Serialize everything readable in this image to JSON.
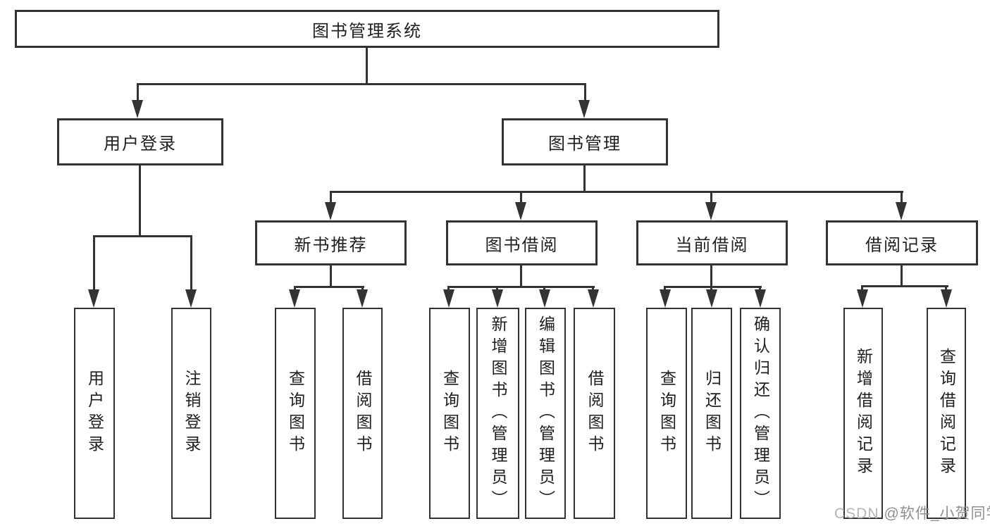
{
  "tree": {
    "label": "图书管理系统",
    "children": [
      {
        "label": "用户登录",
        "children": [
          {
            "label": "用户登录"
          },
          {
            "label": "注销登录"
          }
        ]
      },
      {
        "label": "图书管理",
        "children": [
          {
            "label": "新书推荐",
            "children": [
              {
                "label": "查询图书"
              },
              {
                "label": "借阅图书"
              }
            ]
          },
          {
            "label": "图书借阅",
            "children": [
              {
                "label": "查询图书"
              },
              {
                "label": "新增图书（管理员）"
              },
              {
                "label": "编辑图书（管理员）"
              },
              {
                "label": "借阅图书"
              }
            ]
          },
          {
            "label": "当前借阅",
            "children": [
              {
                "label": "查询图书"
              },
              {
                "label": "归还图书"
              },
              {
                "label": "确认归还（管理员）"
              }
            ]
          },
          {
            "label": "借阅记录",
            "children": [
              {
                "label": "新增借阅记录"
              },
              {
                "label": "查询借阅记录"
              }
            ]
          }
        ]
      }
    ]
  },
  "watermark": {
    "brand": "CSDN",
    "handle": "@软件_小贺同学"
  },
  "colors": {
    "background": "#ffffff",
    "line_color": "#333333",
    "box_border": "#333333",
    "text": "#1f1f1f",
    "watermark_light": "#b5b5b5",
    "watermark_dark": "#8f8f8f"
  }
}
